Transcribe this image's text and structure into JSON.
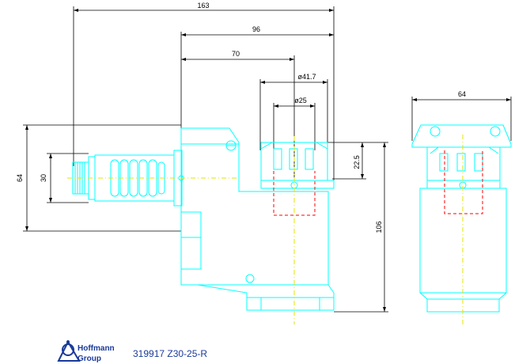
{
  "dimensions": {
    "d163": "163",
    "d96": "96",
    "d70": "70",
    "d417": "ø41.7",
    "d25": "ø25",
    "d64_right": "64",
    "d64_left": "64",
    "d30": "30",
    "d22_5": "22.5",
    "d106": "106"
  },
  "logo": {
    "line1": "Hoffmann",
    "line2": "Group"
  },
  "part_number": "319917 Z30-25-R",
  "colors": {
    "part_lines": "#00ffff",
    "dimension_lines": "#000000",
    "center_lines": "#e6e600",
    "hidden_lines": "#ff0000",
    "logo": "#1a3a9a"
  }
}
